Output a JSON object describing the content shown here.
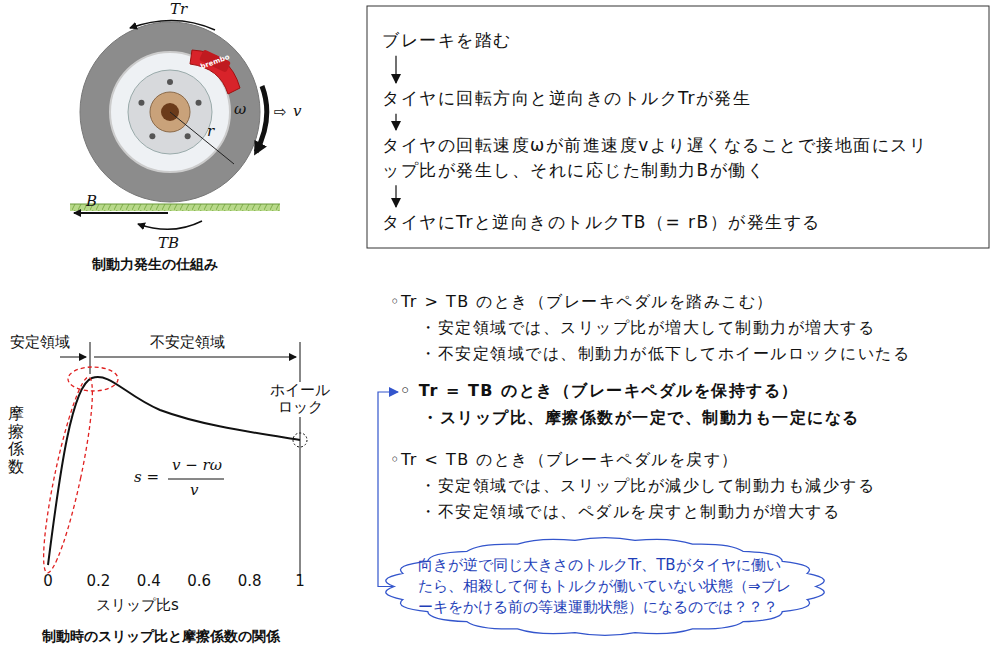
{
  "diagram": {
    "nodes": [
      {
        "text": [
          "ブレーキを踏む"
        ]
      },
      {
        "text": [
          "タイヤに回転方向と逆向きのトルクTrが発生"
        ]
      },
      {
        "text": [
          "タイヤの回転速度ωが前進速度vより遅くなることで接地面にスリップ比が発生し、それに応じた制動力Bが働く"
        ]
      },
      {
        "text": [
          "タイヤにTrと逆向きのトルクTB（= rB）が発生する"
        ]
      },
      {
        "text": [
          "◦ Tr = TB のとき（ブレーキペダルを保持する）",
          "・スリップ比、摩擦係数が一定で、制動力も一定になる"
        ]
      },
      {
        "text": [
          "向きが逆で同じ大きさのトルクTr、TBがタイヤに働いたら、相殺して何もトルクが働いていない状態（⇒ブレーキをかける前の等速運動状態）になるのでは？？？"
        ]
      }
    ],
    "edges": [
      {
        "from": 0,
        "to": 1,
        "arrow": "to"
      },
      {
        "from": 1,
        "to": 2,
        "arrow": "to"
      },
      {
        "from": 2,
        "to": 3,
        "arrow": "to"
      },
      {
        "from": 5,
        "to": 4,
        "arrow": "to"
      }
    ],
    "labels": [
      "Tr",
      "brembo",
      "ω",
      "⇨",
      "v",
      "r",
      "B",
      "TB",
      "制動力発生の仕組み",
      "安定領域",
      "不安定領域",
      "ホイール ロック",
      "摩擦係数",
      "s =",
      "v − rω",
      "v",
      "0",
      "0.2",
      "0.4",
      "0.6",
      "0.8",
      "1",
      "スリップ比s",
      "制動時のスリップ比と摩擦係数の関係",
      "◦Tr > TB のとき（ブレーキペダルを踏みこむ）",
      "・安定領域では、スリップ比が増大して制動力が増大する",
      "・不安定領域では、制動力が低下してホイールロックにいたる",
      "◦Tr < TB のとき（ブレーキペダルを戻す）",
      "・安定領域では、スリップ比が減少して制動力も減少する",
      "・不安定領域では、ペダルを戻すと制動力が増大する"
    ]
  }
}
